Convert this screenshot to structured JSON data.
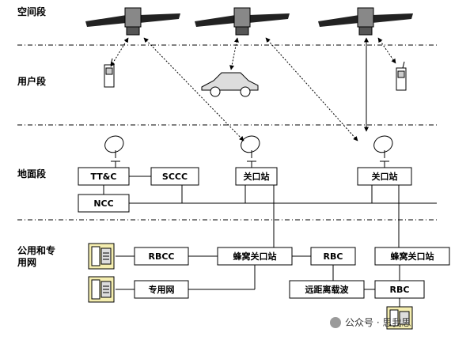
{
  "segments": {
    "space": "空间段",
    "user": "用户段",
    "ground": "地面段",
    "public": "公用和专",
    "public_line2": "用网"
  },
  "boxes": {
    "ttc": "TT&C",
    "sccc": "SCCC",
    "gateway1": "关口站",
    "gateway2": "关口站",
    "ncc": "NCC",
    "rbcc": "RBCC",
    "cellular1": "蜂窝关口站",
    "rbc1": "RBC",
    "cellular2": "蜂窝关口站",
    "private_net": "专用网",
    "long_distance": "远距离载波",
    "rbc2": "RBC"
  },
  "watermark": {
    "icon": "wechat-icon",
    "text": "公众号 · 思我思"
  },
  "colors": {
    "phone_fill": "#f5eeb0",
    "satellite_dark": "#222222"
  }
}
